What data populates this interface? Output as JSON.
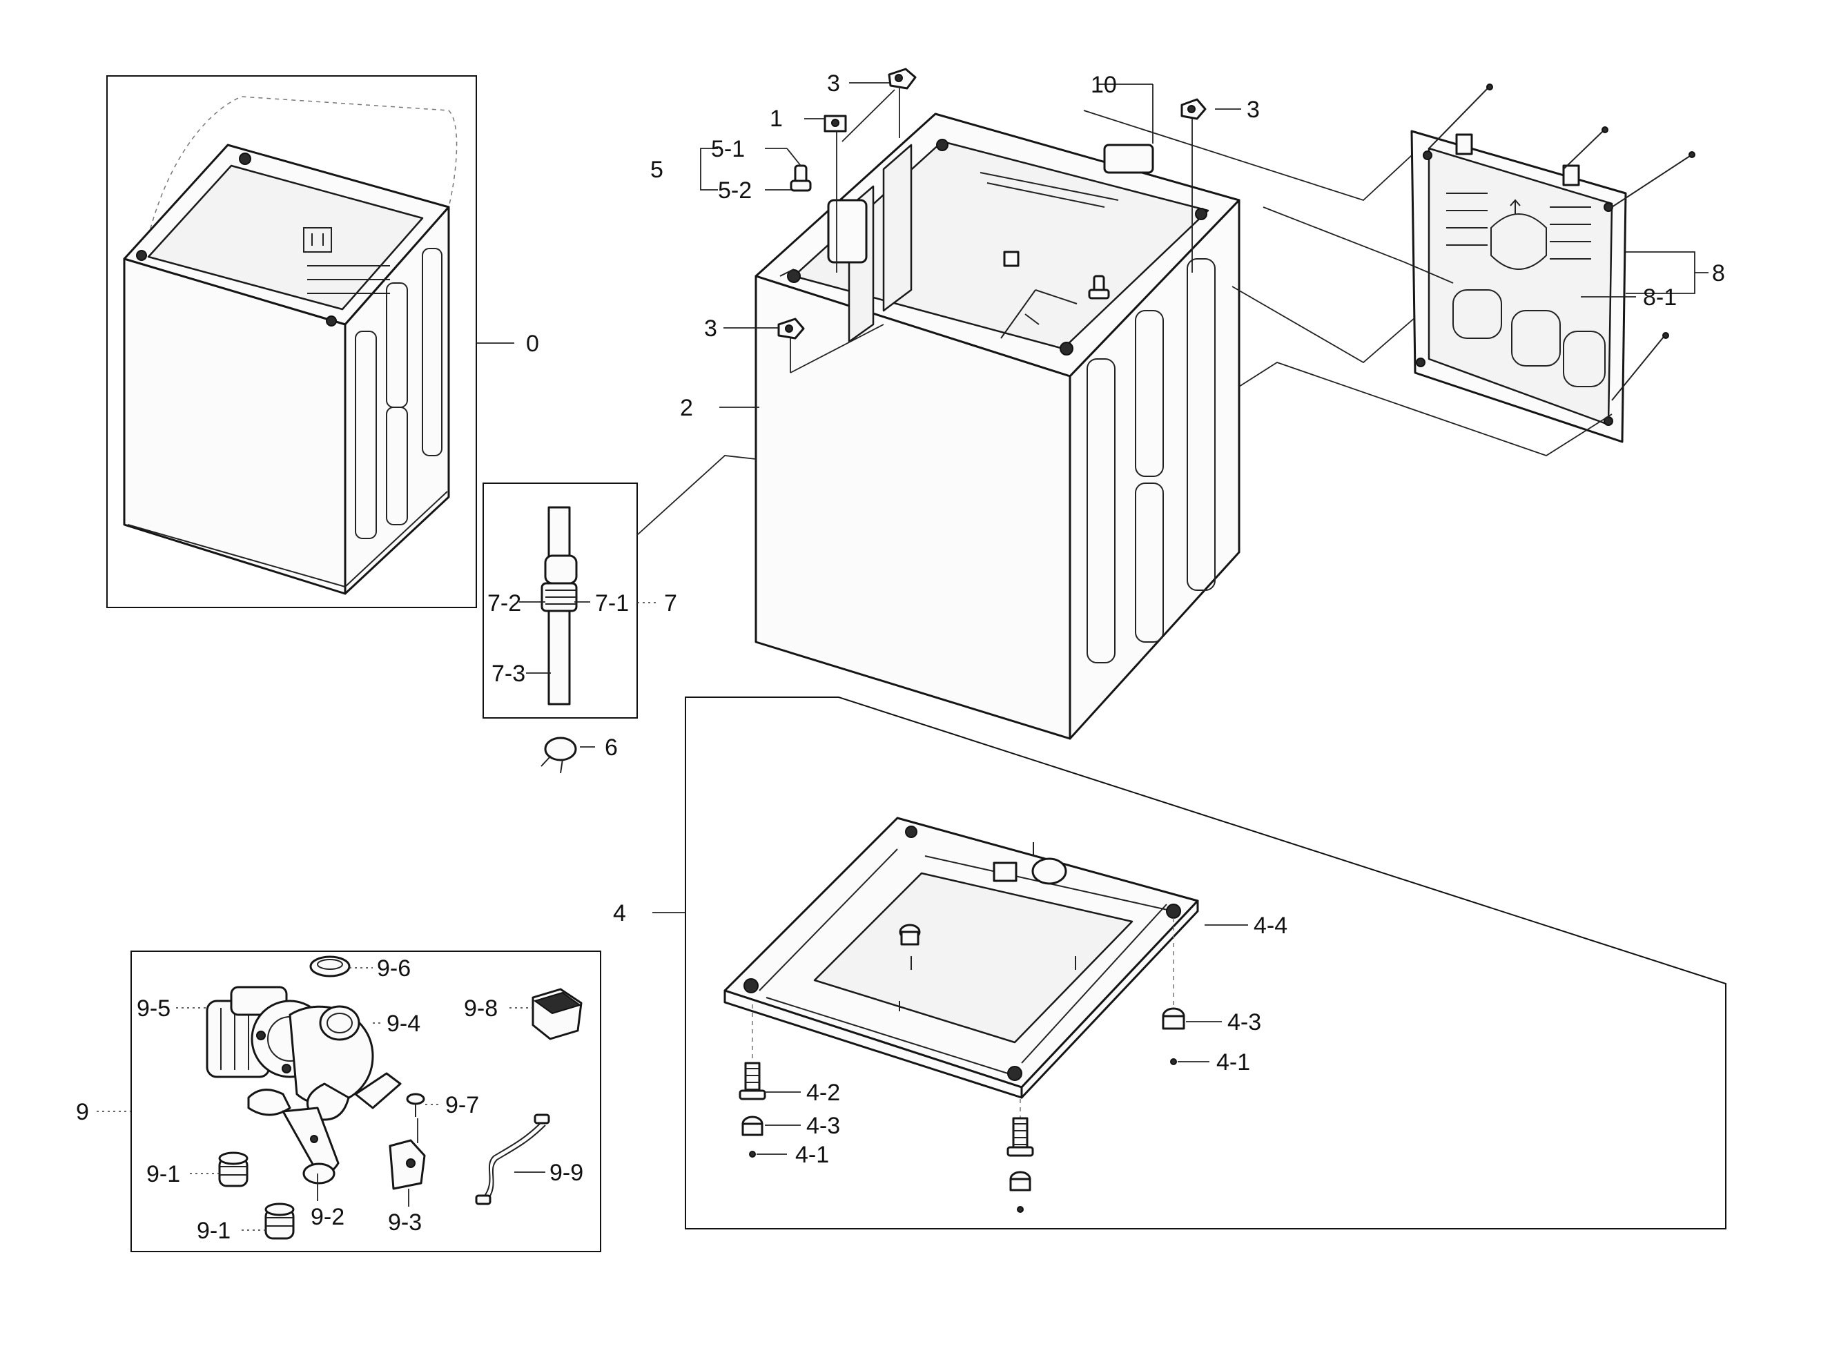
{
  "callouts": [
    {
      "id": "c0",
      "text": "0"
    },
    {
      "id": "c1",
      "text": "1"
    },
    {
      "id": "c2",
      "text": "2"
    },
    {
      "id": "c3a",
      "text": "3"
    },
    {
      "id": "c3b",
      "text": "3"
    },
    {
      "id": "c3c",
      "text": "3"
    },
    {
      "id": "c4",
      "text": "4"
    },
    {
      "id": "c4-1a",
      "text": "4-1"
    },
    {
      "id": "c4-1b",
      "text": "4-1"
    },
    {
      "id": "c4-2",
      "text": "4-2"
    },
    {
      "id": "c4-3a",
      "text": "4-3"
    },
    {
      "id": "c4-3b",
      "text": "4-3"
    },
    {
      "id": "c4-4",
      "text": "4-4"
    },
    {
      "id": "c5",
      "text": "5"
    },
    {
      "id": "c5-1",
      "text": "5-1"
    },
    {
      "id": "c5-2",
      "text": "5-2"
    },
    {
      "id": "c6",
      "text": "6"
    },
    {
      "id": "c7",
      "text": "7"
    },
    {
      "id": "c7-1",
      "text": "7-1"
    },
    {
      "id": "c7-2",
      "text": "7-2"
    },
    {
      "id": "c7-3",
      "text": "7-3"
    },
    {
      "id": "c8",
      "text": "8"
    },
    {
      "id": "c8-1",
      "text": "8-1"
    },
    {
      "id": "c9",
      "text": "9"
    },
    {
      "id": "c9-1a",
      "text": "9-1"
    },
    {
      "id": "c9-1b",
      "text": "9-1"
    },
    {
      "id": "c9-2",
      "text": "9-2"
    },
    {
      "id": "c9-3",
      "text": "9-3"
    },
    {
      "id": "c9-4",
      "text": "9-4"
    },
    {
      "id": "c9-5",
      "text": "9-5"
    },
    {
      "id": "c9-6",
      "text": "9-6"
    },
    {
      "id": "c9-7",
      "text": "9-7"
    },
    {
      "id": "c9-8",
      "text": "9-8"
    },
    {
      "id": "c9-9",
      "text": "9-9"
    },
    {
      "id": "c10",
      "text": "10"
    }
  ]
}
